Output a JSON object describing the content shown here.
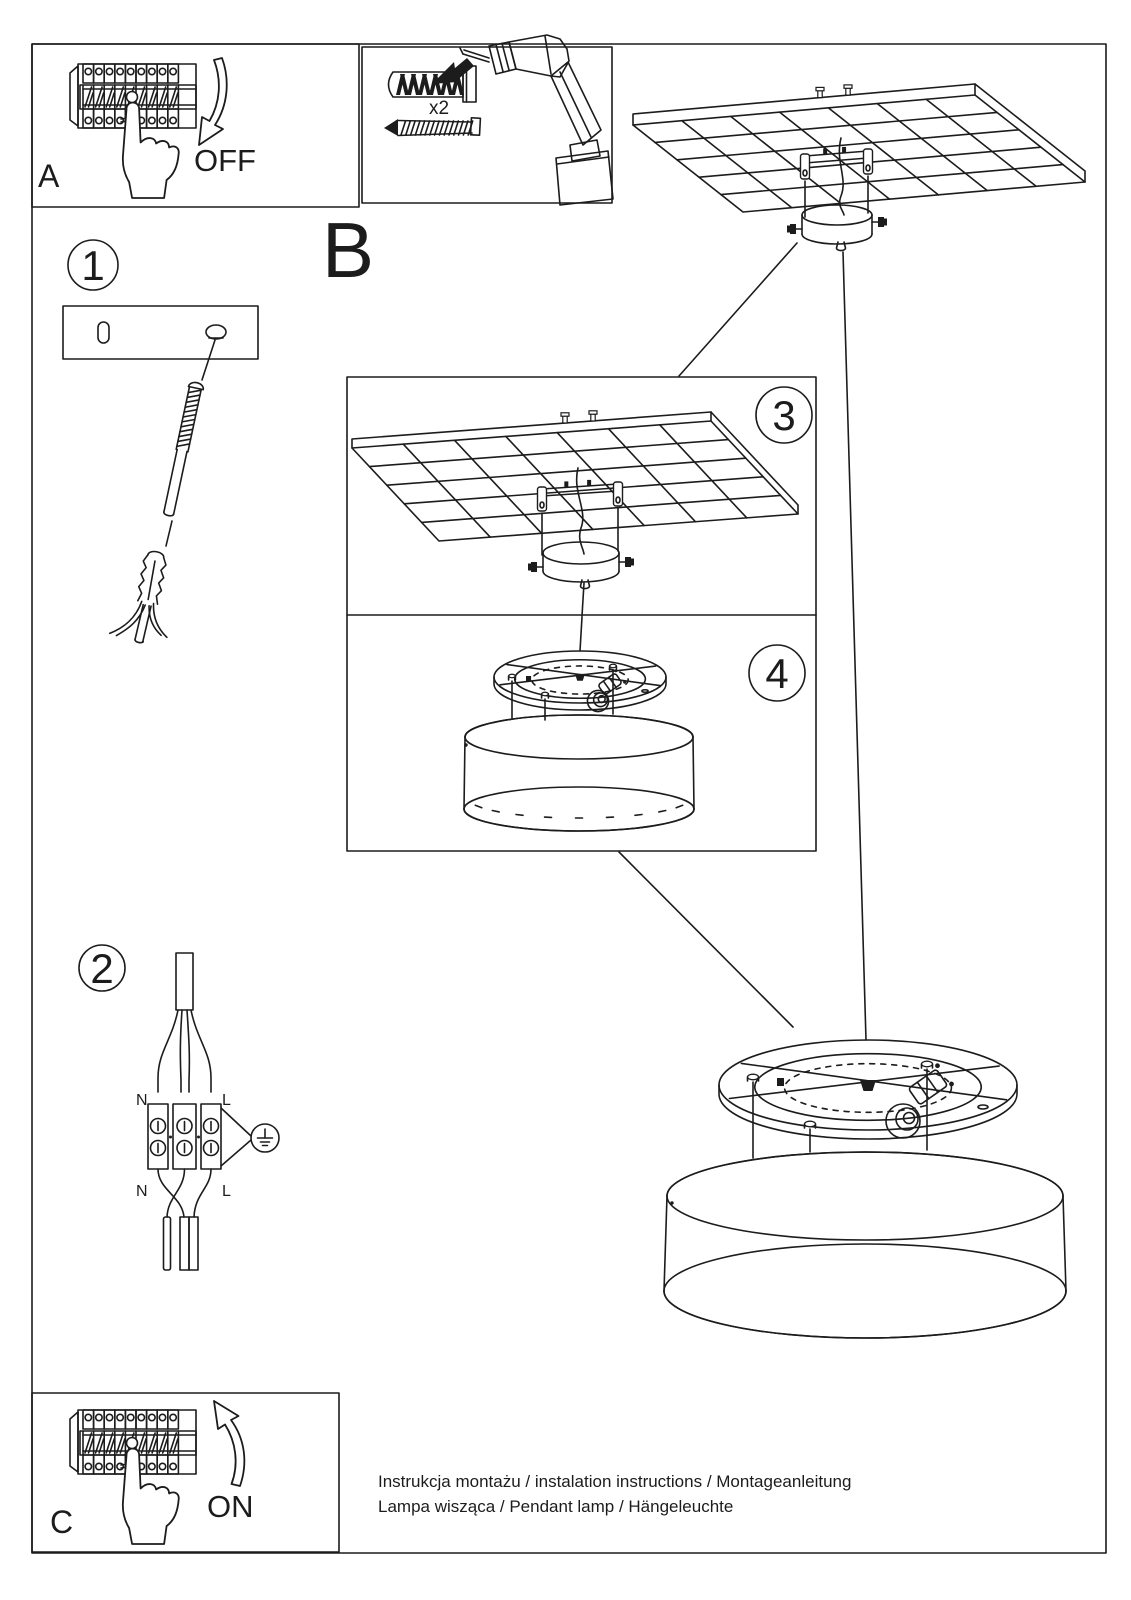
{
  "colors": {
    "ink": "#1c1c1c",
    "inset_border": "#b3b3b3",
    "background": "#ffffff"
  },
  "step_a": {
    "label": "A",
    "action": "OFF"
  },
  "tools": {
    "quantity": "x2"
  },
  "section_label": "B",
  "steps": {
    "s1": "1",
    "s2": "2",
    "s3": "3",
    "s4": "4"
  },
  "wiring": {
    "n_top": "N",
    "l_top": "L",
    "n_bottom": "N",
    "l_bottom": "L"
  },
  "step_c": {
    "label": "C",
    "action": "ON"
  },
  "footer": {
    "line1": "Instrukcja montażu / instalation instructions / Montageanleitung",
    "line2": "Lampa wisząca / Pendant lamp / Hängeleuchte"
  }
}
